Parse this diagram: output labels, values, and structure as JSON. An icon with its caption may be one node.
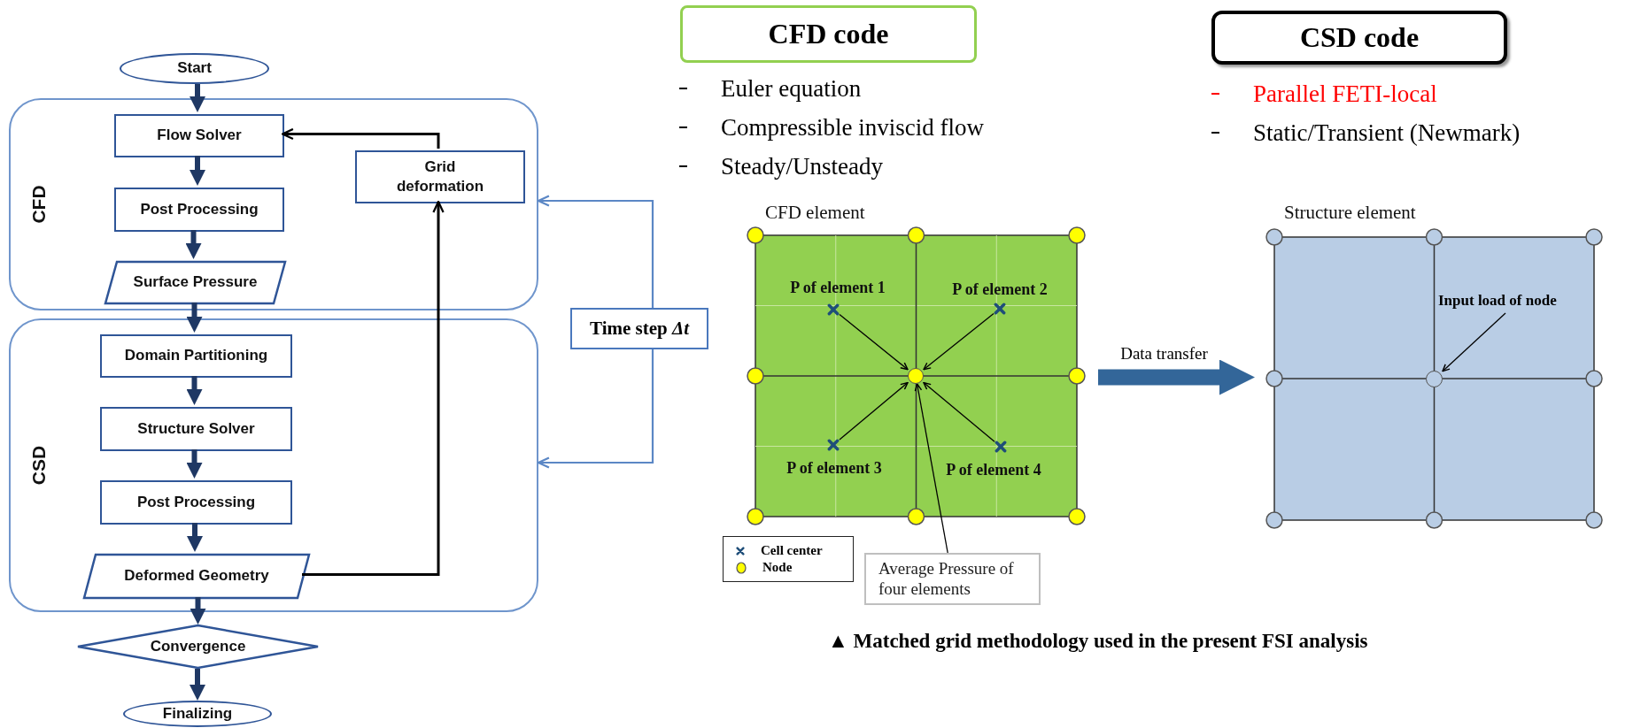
{
  "diagram": {
    "caption": "▲ Matched grid methodology used in the present FSI analysis",
    "nodes": [
      {
        "text": [
          "Start"
        ]
      },
      {
        "text": [
          "CFD"
        ]
      },
      {
        "text": [
          "Flow Solver"
        ],
        "in": 1
      },
      {
        "text": [
          "Post Processing"
        ],
        "in": 1
      },
      {
        "text": [
          "Surface Pressure"
        ],
        "in": 1
      },
      {
        "text": [
          "Grid deformation"
        ],
        "in": 1
      },
      {
        "text": [
          "CSD"
        ]
      },
      {
        "text": [
          "Domain Partitioning"
        ],
        "in": 6
      },
      {
        "text": [
          "Structure Solver"
        ],
        "in": 6
      },
      {
        "text": [
          "Post Processing"
        ],
        "in": 6
      },
      {
        "text": [
          "Deformed Geometry"
        ],
        "in": 6
      },
      {
        "text": [
          "Convergence"
        ]
      },
      {
        "text": [
          "Finalizing"
        ]
      },
      {
        "text": [
          "Time step *Δt*"
        ]
      },
      {
        "text": [
          "CFD code"
        ],
        "beside": [
          "Euler equation",
          "Compressible inviscid flow",
          "Steady/Unsteady"
        ]
      },
      {
        "text": [
          "CSD code"
        ],
        "beside": [
          "Parallel FETI-local",
          "Static/Transient (Newmark)"
        ]
      },
      {
        "text": [
          "CFD element"
        ]
      },
      {
        "text": [],
        "shape": "cross",
        "in": 16,
        "beside": [
          "P of element 1"
        ]
      },
      {
        "text": [],
        "shape": "cross",
        "in": 16,
        "beside": [
          "P of element 2"
        ]
      },
      {
        "text": [],
        "shape": "cross",
        "in": 16,
        "beside": [
          "P of element 3"
        ]
      },
      {
        "text": [],
        "shape": "cross",
        "in": 16,
        "beside": [
          "P of element 4"
        ]
      },
      {
        "text": [],
        "shape": "circle",
        "in": 16
      },
      {
        "text": [
          "Average Pressure of four elements"
        ]
      },
      {
        "text": [
          "Structure element"
        ]
      },
      {
        "text": [],
        "shape": "circle",
        "in": 23
      },
      {
        "text": [
          "Input load of node"
        ],
        "in": 23
      }
    ],
    "edges": [
      {
        "from": 0,
        "to": 2,
        "arrow": "to",
        "style": "thick"
      },
      {
        "from": 2,
        "to": 3,
        "arrow": "to",
        "style": "thick"
      },
      {
        "from": 3,
        "to": 4,
        "arrow": "to",
        "style": "thick"
      },
      {
        "from": 4,
        "to": 7,
        "arrow": "to",
        "style": "thick"
      },
      {
        "from": 7,
        "to": 8,
        "arrow": "to",
        "style": "thick"
      },
      {
        "from": 8,
        "to": 9,
        "arrow": "to",
        "style": "thick"
      },
      {
        "from": 9,
        "to": 10,
        "arrow": "to",
        "style": "thick"
      },
      {
        "from": 10,
        "to": 11,
        "arrow": "to",
        "style": "thick"
      },
      {
        "from": 11,
        "to": 12,
        "arrow": "to",
        "style": "thick"
      },
      {
        "from": 10,
        "to": 5,
        "arrow": "to",
        "color": "#000000"
      },
      {
        "from": 5,
        "to": 2,
        "arrow": "to",
        "color": "#000000"
      },
      {
        "from": 13,
        "to": 1,
        "arrow": "to",
        "color": "#5b87c5"
      },
      {
        "from": 13,
        "to": 6,
        "arrow": "to",
        "color": "#5b87c5"
      },
      {
        "from": 17,
        "to": 21,
        "arrow": "to",
        "color": "#000000"
      },
      {
        "from": 18,
        "to": 21,
        "arrow": "to",
        "color": "#000000"
      },
      {
        "from": 19,
        "to": 21,
        "arrow": "to",
        "color": "#000000"
      },
      {
        "from": 20,
        "to": 21,
        "arrow": "to",
        "color": "#000000"
      },
      {
        "from": 22,
        "to": 21,
        "arrow": "to",
        "color": "#000000"
      },
      {
        "from": 16,
        "to": 23,
        "arrow": "to",
        "label": "Data transfer",
        "style": "thick",
        "color": "#336699"
      },
      {
        "from": 25,
        "to": 24,
        "arrow": "to",
        "color": "#000000"
      }
    ],
    "legend": [
      {
        "text": "Cell center"
      },
      {
        "text": "Node"
      }
    ]
  }
}
